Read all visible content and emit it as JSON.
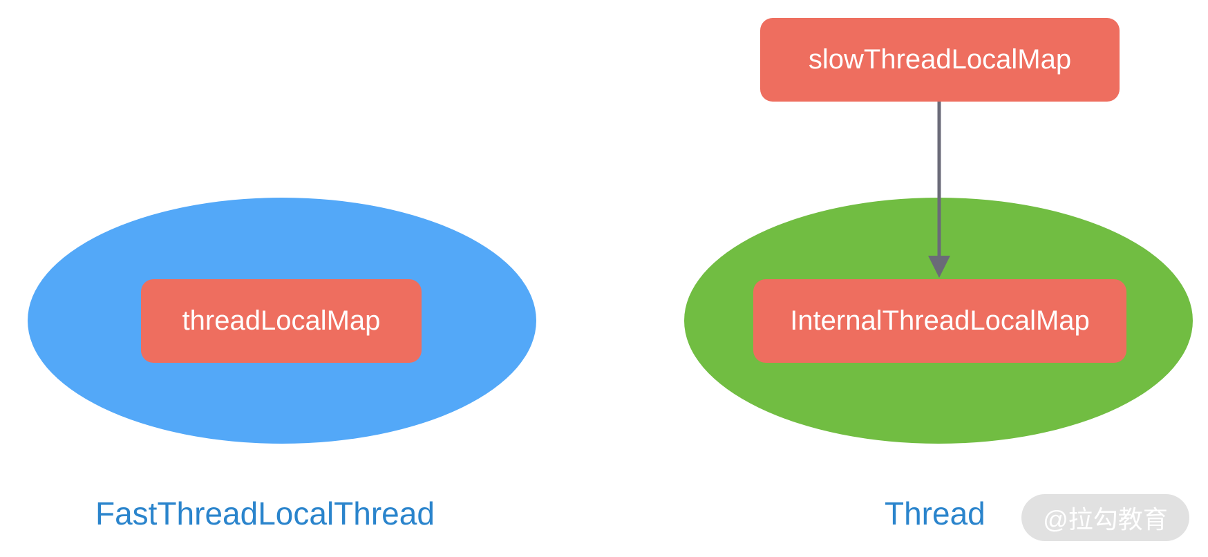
{
  "colors": {
    "left_ellipse": "#53a8f8",
    "right_ellipse": "#71bd42",
    "box": "#ee6e5f",
    "arrow": "#6a6a78",
    "caption": "#2a84cc",
    "watermark_bg": "#dcdcdc"
  },
  "left": {
    "inner_box": "threadLocalMap",
    "caption": "FastThreadLocalThread"
  },
  "right": {
    "top_box": "slowThreadLocalMap",
    "inner_box": "InternalThreadLocalMap",
    "caption": "Thread"
  },
  "watermark": "@拉勾教育"
}
